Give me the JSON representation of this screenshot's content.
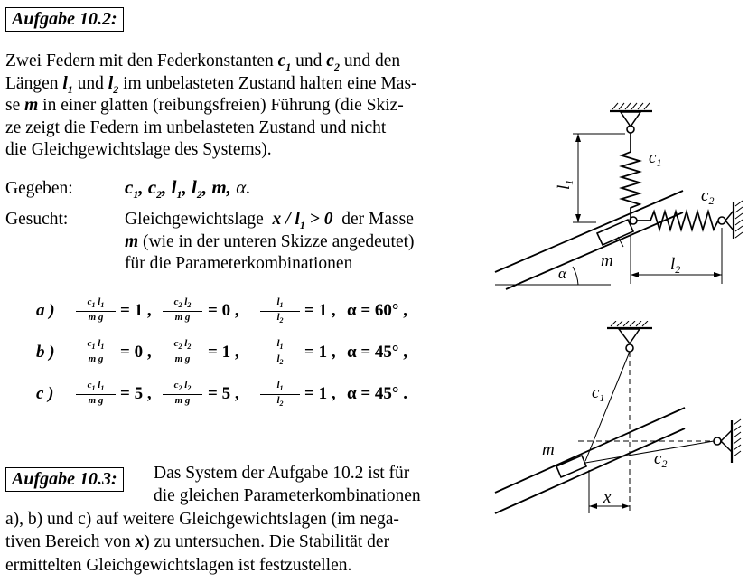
{
  "task1": {
    "title": "Aufgabe 10.2:",
    "intro_lines": [
      [
        "Zwei Federn mit den Federkonstanten ",
        "c1",
        " und ",
        "c2",
        " und den"
      ],
      [
        "Längen ",
        "l1",
        " und ",
        "l2",
        " im unbelasteten Zustand halten eine Mas-"
      ],
      [
        "se ",
        "m",
        " in einer glatten (reibungsfreien) Führung (die Skiz-"
      ],
      [
        "ze zeigt die Federn im unbelasteten Zustand und nicht"
      ],
      [
        "die Gleichgewichtslage des Systems)."
      ]
    ],
    "given_label": "Gegeben:",
    "given_value": "c1, c2, l1, l2, m, α.",
    "sought_label": "Gesucht:",
    "sought_line1_pre": "Gleichgewichtslage",
    "sought_line1_expr": "x / l1 > 0",
    "sought_line1_post": "der Masse",
    "sought_line2_m": "m",
    "sought_line2_rest": "(wie in der unteren Skizze angedeutet)",
    "sought_line3": "für die Parameterkombinationen",
    "cases": [
      {
        "label": "a )",
        "f1_num": "c1 l1",
        "f1_den": "m g",
        "v1": "= 1 ,",
        "f2_num": "c2 l2",
        "f2_den": "m g",
        "v2": "= 0 ,",
        "f3_num": "l1",
        "f3_den": "l2",
        "v3": "= 1 ,",
        "alpha": "α = 60° ,"
      },
      {
        "label": "b )",
        "f1_num": "c1 l1",
        "f1_den": "m g",
        "v1": "= 0 ,",
        "f2_num": "c2 l2",
        "f2_den": "m g",
        "v2": "= 1 ,",
        "f3_num": "l1",
        "f3_den": "l2",
        "v3": "= 1 ,",
        "alpha": "α = 45° ,"
      },
      {
        "label": "c )",
        "f1_num": "c1 l1",
        "f1_den": "m g",
        "v1": "= 5 ,",
        "f2_num": "c2 l2",
        "f2_den": "m g",
        "v2": "= 5 ,",
        "f3_num": "l1",
        "f3_den": "l2",
        "v3": "= 1 ,",
        "alpha": "α = 45° ."
      }
    ]
  },
  "task2": {
    "title": "Aufgabe 10.3:",
    "line1": "Das System der Aufgabe 10.2 ist für",
    "line2": "die gleichen Parameterkombinationen",
    "line3_pre": "a), b) und c) auf weitere Gleichgewichtslagen (im nega-",
    "line4_pre": "tiven Bereich von ",
    "line4_x": "x",
    "line4_post": ") zu untersuchen. Die Stabilität der",
    "line5": "ermittelten Gleichgewichtslagen ist festzustellen."
  },
  "figure_top": {
    "l1": "l1",
    "c1": "c1",
    "c2": "c2",
    "m": "m",
    "alpha": "α",
    "l2": "l2"
  },
  "figure_bottom": {
    "c1": "c1",
    "c2": "c2",
    "m": "m",
    "x": "x"
  }
}
